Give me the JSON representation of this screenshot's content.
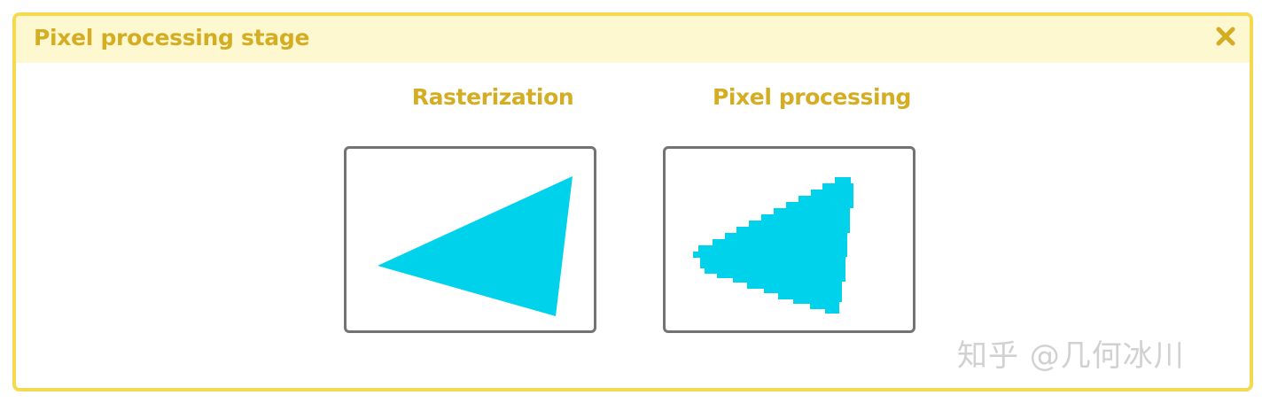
{
  "header": {
    "title": "Pixel processing stage",
    "close_icon": "close-icon"
  },
  "diagram": {
    "left_label": "Rasterization",
    "right_label": "Pixel processing",
    "shape_color": "#00d2ec",
    "frame_color": "#737373",
    "accent_color": "#d4ad23",
    "border_color": "#f5d950",
    "header_bg": "#fdf8d0"
  },
  "watermark": {
    "text": "知乎 @几何冰川"
  }
}
